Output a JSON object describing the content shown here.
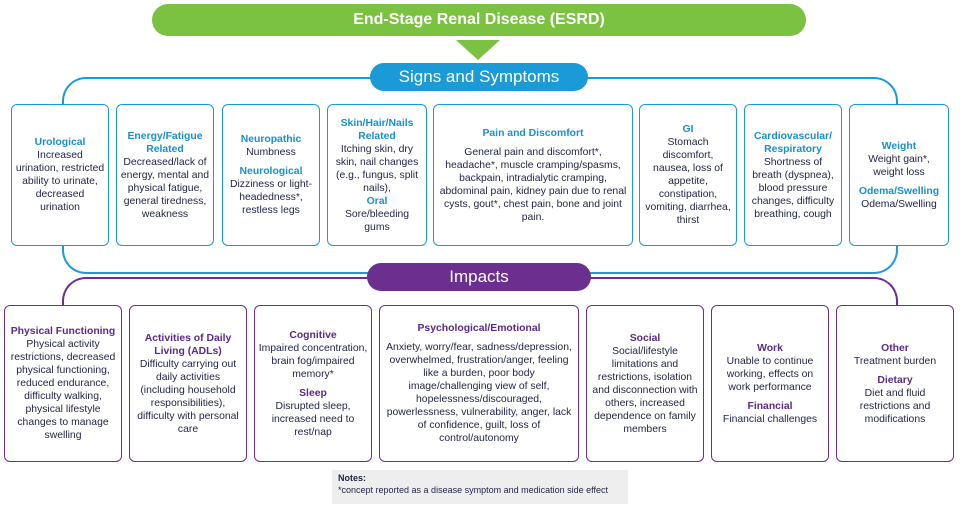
{
  "title": "End-Stage Renal Disease (ESRD)",
  "signs_header": "Signs and Symptoms",
  "impacts_header": "Impacts",
  "colors": {
    "green": "#7cc242",
    "blue": "#1a9ad6",
    "purple": "#6a2f8f"
  },
  "signs": [
    {
      "sections": [
        {
          "heading": "Urological",
          "text": "Increased urination, restricted ability to urinate, decreased urination"
        }
      ]
    },
    {
      "sections": [
        {
          "heading": "Energy/Fatigue Related",
          "text": "Decreased/lack of energy, mental and physical fatigue, general tiredness, weakness"
        }
      ]
    },
    {
      "sections": [
        {
          "heading": "Neuropathic",
          "text": "Numbness"
        },
        {
          "heading": "Neurological",
          "text": "Dizziness or light-headedness*, restless legs"
        }
      ]
    },
    {
      "sections": [
        {
          "heading": "Skin/Hair/Nails Related",
          "text": "Itching skin, dry skin, nail changes (e.g., fungus, split nails),"
        },
        {
          "heading": "Oral",
          "text": "Sore/bleeding gums"
        }
      ]
    },
    {
      "sections": [
        {
          "heading": "Pain and Discomfort",
          "text": "General pain and discomfort*, headache*, muscle cramping/spasms, backpain, intradialytic cramping, abdominal pain, kidney pain due to renal cysts, gout*, chest pain, bone and joint pain."
        }
      ]
    },
    {
      "sections": [
        {
          "heading": "GI",
          "text": "Stomach discomfort, nausea, loss of appetite, constipation, vomiting, diarrhea, thirst"
        }
      ]
    },
    {
      "sections": [
        {
          "heading": "Cardiovascular/ Respiratory",
          "text": "Shortness of breath (dyspnea), blood pressure changes, difficulty breathing, cough"
        }
      ]
    },
    {
      "sections": [
        {
          "heading": "Weight",
          "text": "Weight gain*, weight loss"
        },
        {
          "heading": "Odema/Swelling",
          "text": "Odema/Swelling"
        }
      ]
    }
  ],
  "impacts": [
    {
      "sections": [
        {
          "heading": "Physical Functioning",
          "text": "Physical activity restrictions, decreased physical functioning, reduced endurance, difficulty walking, physical lifestyle changes to manage swelling"
        }
      ]
    },
    {
      "sections": [
        {
          "heading": "Activities of Daily Living (ADLs)",
          "text": "Difficulty carrying out daily activities (including household responsibilities), difficulty with personal care"
        }
      ]
    },
    {
      "sections": [
        {
          "heading": "Cognitive",
          "text": "Impaired concentration, brain fog/impaired memory*"
        },
        {
          "heading": "Sleep",
          "text": "Disrupted sleep, increased need to rest/nap"
        }
      ]
    },
    {
      "sections": [
        {
          "heading": "Psychological/Emotional",
          "text": "Anxiety, worry/fear, sadness/depression, overwhelmed, frustration/anger, feeling like a burden, poor body image/challenging view of self, hopelessness/discouraged, powerlessness, vulnerability, anger, lack of confidence, guilt, loss of control/autonomy"
        }
      ]
    },
    {
      "sections": [
        {
          "heading": "Social",
          "text": "Social/lifestyle limitations and restrictions, isolation and disconnection with others, increased dependence on family members"
        }
      ]
    },
    {
      "sections": [
        {
          "heading": "Work",
          "text": "Unable to continue working, effects on work performance"
        },
        {
          "heading": "Financial",
          "text": "Financial challenges"
        }
      ]
    },
    {
      "sections": [
        {
          "heading": "Other",
          "text": "Treatment burden"
        },
        {
          "heading": "Dietary",
          "text": "Diet and fluid restrictions and modifications"
        }
      ]
    }
  ],
  "notes": {
    "title": "Notes:",
    "text": "*concept reported as a disease symptom and medication side effect"
  }
}
